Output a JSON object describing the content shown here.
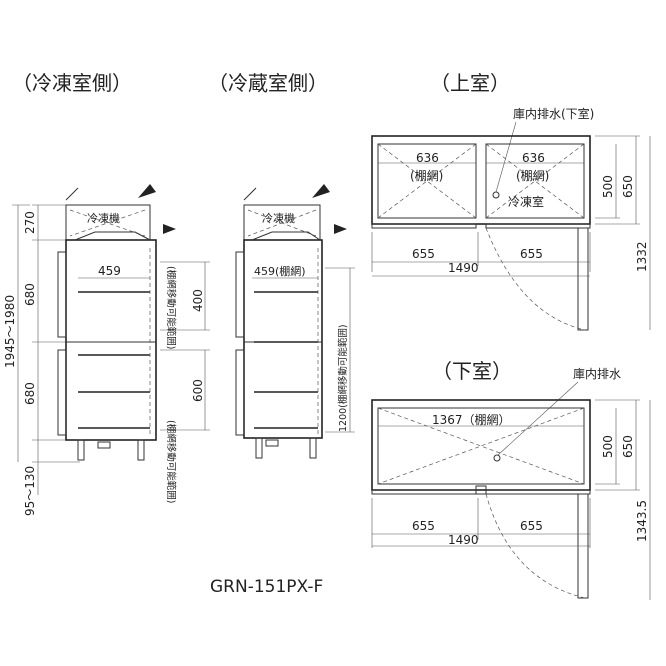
{
  "headings": {
    "freezer_side": "（冷凍室側）",
    "fridge_side": "（冷蔵室側）",
    "upper": "（上室）",
    "lower": "（下室）"
  },
  "freezer_elevation": {
    "dims": {
      "top": "270",
      "upper_section": "680",
      "lower_section": "680",
      "total": "1945～1980",
      "feet": "95～130",
      "shelf_depth": "459",
      "shelf_range_upper": "400",
      "shelf_range_lower": "600"
    },
    "labels": {
      "unit": "冷凍機",
      "shelf_move_upper": "(棚網移動可能範囲)",
      "shelf_move_lower": "(棚網移動可能範囲)"
    }
  },
  "fridge_elevation": {
    "dims": {
      "shelf_depth": "459(棚網)",
      "shelf_range": "1200(棚網移動可能範囲)"
    },
    "labels": {
      "unit": "冷凍機"
    }
  },
  "upper_plan": {
    "drain_label": "庫内排水(下室)",
    "left_shelf": "636",
    "right_shelf": "636",
    "shelf_tag_left": "(棚網)",
    "shelf_tag_right": "(棚網)",
    "compartment": "冷凍室",
    "depth_inner": "500",
    "depth_outer": "650",
    "door_left": "655",
    "door_right": "655",
    "width": "1490",
    "open_depth": "1332"
  },
  "lower_plan": {
    "drain_label": "庫内排水",
    "shelf": "1367（棚網）",
    "depth_inner": "500",
    "depth_outer": "650",
    "door_left": "655",
    "door_right": "655",
    "width": "1490",
    "open_depth": "1343.5"
  },
  "model": "GRN-151PX-F"
}
